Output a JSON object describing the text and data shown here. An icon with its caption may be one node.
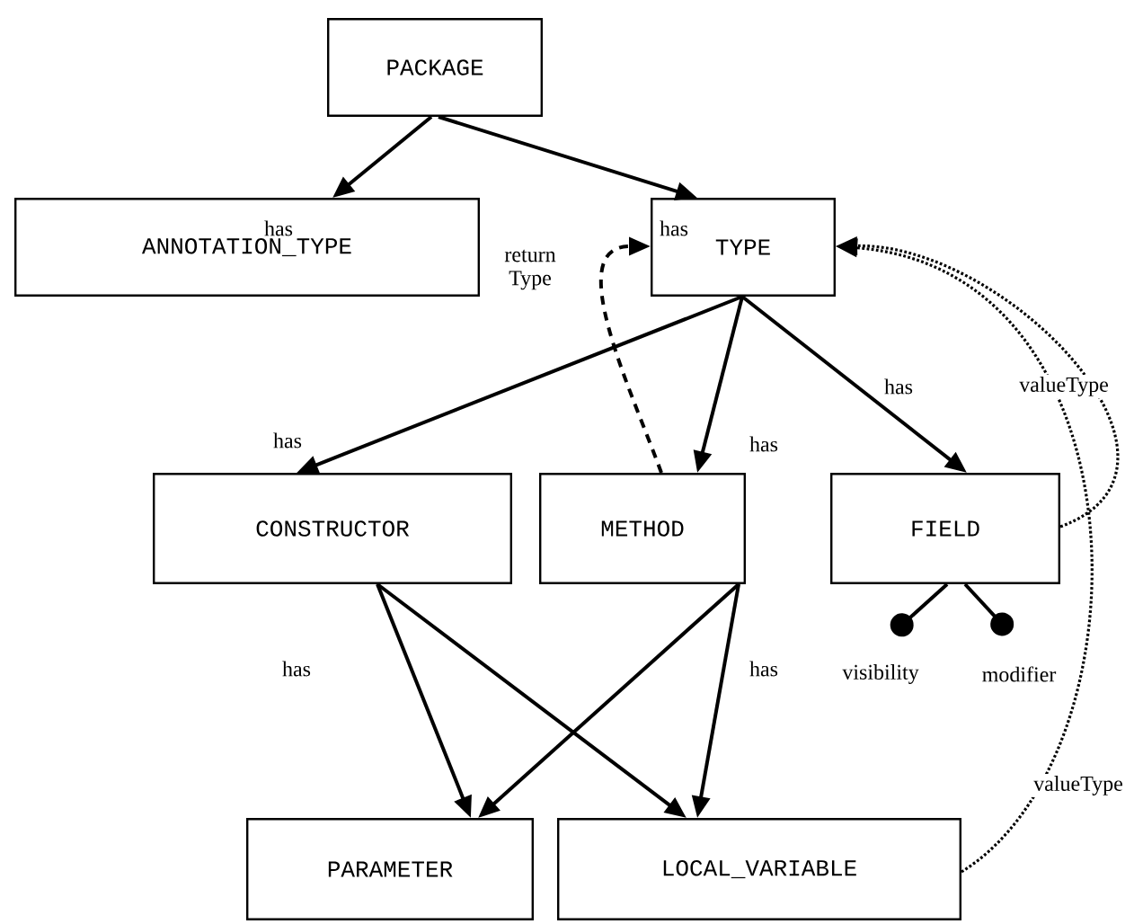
{
  "diagram": {
    "nodes": [
      {
        "text": [
          "PACKAGE"
        ]
      },
      {
        "text": [
          "ANNOTATION_TYPE"
        ]
      },
      {
        "text": [
          "TYPE"
        ]
      },
      {
        "text": [
          "CONSTRUCTOR"
        ]
      },
      {
        "text": [
          "METHOD"
        ]
      },
      {
        "text": [
          "FIELD"
        ]
      },
      {
        "text": [
          "visibility"
        ]
      },
      {
        "text": [
          "modifier"
        ]
      },
      {
        "text": [
          "PARAMETER"
        ]
      },
      {
        "text": [
          "LOCAL_VARIABLE"
        ]
      }
    ],
    "edges": [
      {
        "from": 0,
        "to": 1,
        "arrow": "to",
        "label": "has"
      },
      {
        "from": 0,
        "to": 2,
        "arrow": "to",
        "label": "has"
      },
      {
        "from": 2,
        "to": 3,
        "arrow": "to",
        "label": "has"
      },
      {
        "from": 2,
        "to": 4,
        "arrow": "to",
        "label": "has"
      },
      {
        "from": 2,
        "to": 5,
        "arrow": "to",
        "label": "has"
      },
      {
        "from": 4,
        "to": 2,
        "arrow": "to",
        "label": "return Type",
        "style": "dashed"
      },
      {
        "from": 5,
        "to": 2,
        "arrow": "to",
        "label": "valueType",
        "style": "dashed"
      },
      {
        "from": 5,
        "to": 6,
        "arrow": "other"
      },
      {
        "from": 5,
        "to": 7,
        "arrow": "other"
      },
      {
        "from": 3,
        "to": 8,
        "arrow": "to",
        "label": "has"
      },
      {
        "from": 3,
        "to": 9,
        "arrow": "to"
      },
      {
        "from": 4,
        "to": 8,
        "arrow": "to"
      },
      {
        "from": 4,
        "to": 9,
        "arrow": "to",
        "label": "has"
      },
      {
        "from": 9,
        "to": 2,
        "arrow": "to",
        "label": "valueType",
        "style": "dashed"
      }
    ]
  }
}
